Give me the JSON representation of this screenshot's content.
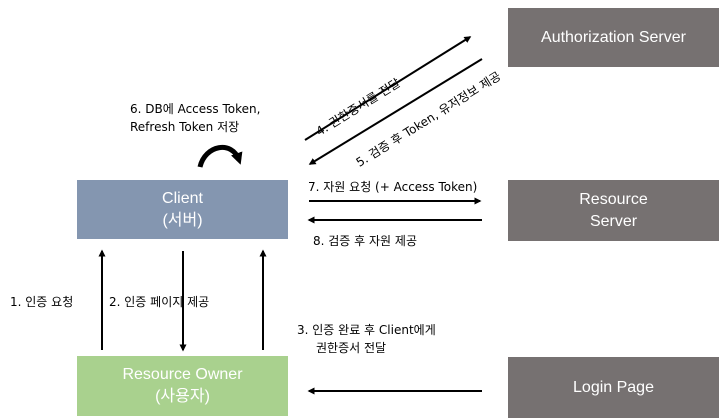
{
  "nodes": {
    "client": {
      "line1": "Client",
      "line2": "(서버)",
      "color": "#8496b0"
    },
    "resource_owner": {
      "line1": "Resource Owner",
      "line2": "(사용자)",
      "color": "#a9d18e"
    },
    "authorization_server": {
      "label": "Authorization Server",
      "color": "#767171"
    },
    "resource_server": {
      "line1": "Resource",
      "line2": "Server",
      "color": "#767171"
    },
    "login_page": {
      "label": "Login Page",
      "color": "#767171"
    }
  },
  "steps": {
    "s1": "1. 인증 요청",
    "s2": "2. 인증 페이지 제공",
    "s3_line1": "3. 인증 완료 후 Client에게",
    "s3_line2": "권한증서 전달",
    "s4": "4. 권한증서를 전달",
    "s5": "5. 검증 후 Token, 유저정보 제공",
    "s6_line1": "6. DB에 Access Token,",
    "s6_line2": "Refresh Token 저장",
    "s7": "7. 자원 요청 (+ Access Token)",
    "s8": "8. 검증 후 자원 제공"
  }
}
